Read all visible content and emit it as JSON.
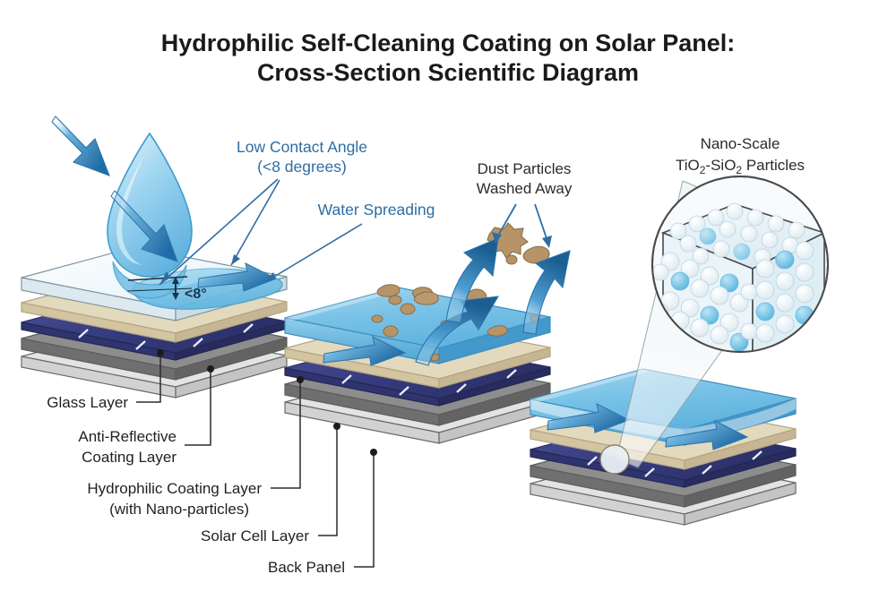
{
  "title": {
    "line1": "Hydrophilic Self-Cleaning Coating on Solar Panel:",
    "line2": "Cross-Section Scientific Diagram"
  },
  "annotations": {
    "low_contact_angle": {
      "line1": "Low Contact Angle",
      "line2": "(<8 degrees)"
    },
    "water_spreading": "Water Spreading",
    "angle_value": "<8°",
    "dust": {
      "line1": "Dust Particles",
      "line2": "Washed Away"
    },
    "nano": {
      "line1": "Nano-Scale",
      "pre": "TiO",
      "sub1": "2",
      "mid": "-SiO",
      "sub2": "2",
      "post": " Particles"
    }
  },
  "legend": [
    {
      "id": "glass",
      "label": "Glass Layer"
    },
    {
      "id": "anti-reflective",
      "line1": "Anti-Reflective",
      "line2": "Coating Layer"
    },
    {
      "id": "hydrophilic",
      "line1": "Hydrophilic Coating Layer",
      "line2": "(with Nano-particles)"
    },
    {
      "id": "solar-cell",
      "label": "Solar Cell Layer"
    },
    {
      "id": "back-panel",
      "label": "Back Panel"
    }
  ],
  "colors": {
    "title": "#1a1a1a",
    "blue_text": "#2e6da4",
    "dark_text": "#231f20",
    "glass": "#e8f3f8",
    "glass_edge": "#b9cfd8",
    "ar_coating": "#ddd2b4",
    "ar_coating_edge": "#c3b18c",
    "solar_cell": "#3a3f86",
    "solar_cell_dark": "#2b2f63",
    "back_panel": "#d8d8d8",
    "back_panel_edge": "#9a9a9a",
    "gray_mid": "#6e6e6e",
    "water": "#7fc4e8",
    "water_deep": "#4aa6d8",
    "arrow_blue": "#2f80bd",
    "arrow_blue_dark": "#1d5f93",
    "dust": "#b79468",
    "dust_edge": "#8a6d45",
    "nano_white": "#f4fafd",
    "nano_blue": "#6ec1e4",
    "outline": "#4a4a4a"
  },
  "panels": [
    {
      "id": "panel-left",
      "name": "droplet-contact-angle-panel"
    },
    {
      "id": "panel-middle",
      "name": "dust-washing-panel"
    },
    {
      "id": "panel-right",
      "name": "nanoparticle-detail-panel"
    }
  ]
}
